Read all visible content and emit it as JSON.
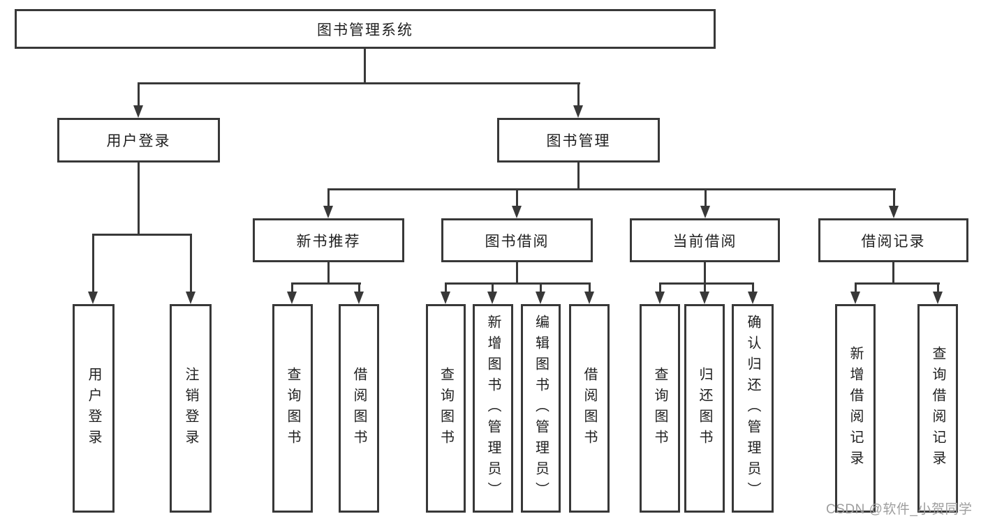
{
  "colors": {
    "line": "#383838",
    "text": "#1f1f1f",
    "box_background": "#ffffff",
    "watermark": "#9e9e9e"
  },
  "watermark": "CSDN @软件_小贺同学",
  "nodes": {
    "root": "图书管理系统",
    "user_login": "用户登录",
    "book_management": "图书管理",
    "new_book_recommend": "新书推荐",
    "book_borrow": "图书借阅",
    "current_borrow": "当前借阅",
    "borrow_records": "借阅记录",
    "leaf_user_login": "用户登录",
    "leaf_logout": "注销登录",
    "leaf_query_books_1": "查询图书",
    "leaf_borrow_books_1": "借阅图书",
    "leaf_query_books_2": "查询图书",
    "leaf_add_books_admin": "新增图书（管理员）",
    "leaf_edit_books_admin": "编辑图书（管理员）",
    "leaf_borrow_books_2": "借阅图书",
    "leaf_query_books_3": "查询图书",
    "leaf_return_books": "归还图书",
    "leaf_confirm_return_admin": "确认归还（管理员）",
    "leaf_add_borrow_record": "新增借阅记录",
    "leaf_query_borrow_record": "查询借阅记录"
  }
}
